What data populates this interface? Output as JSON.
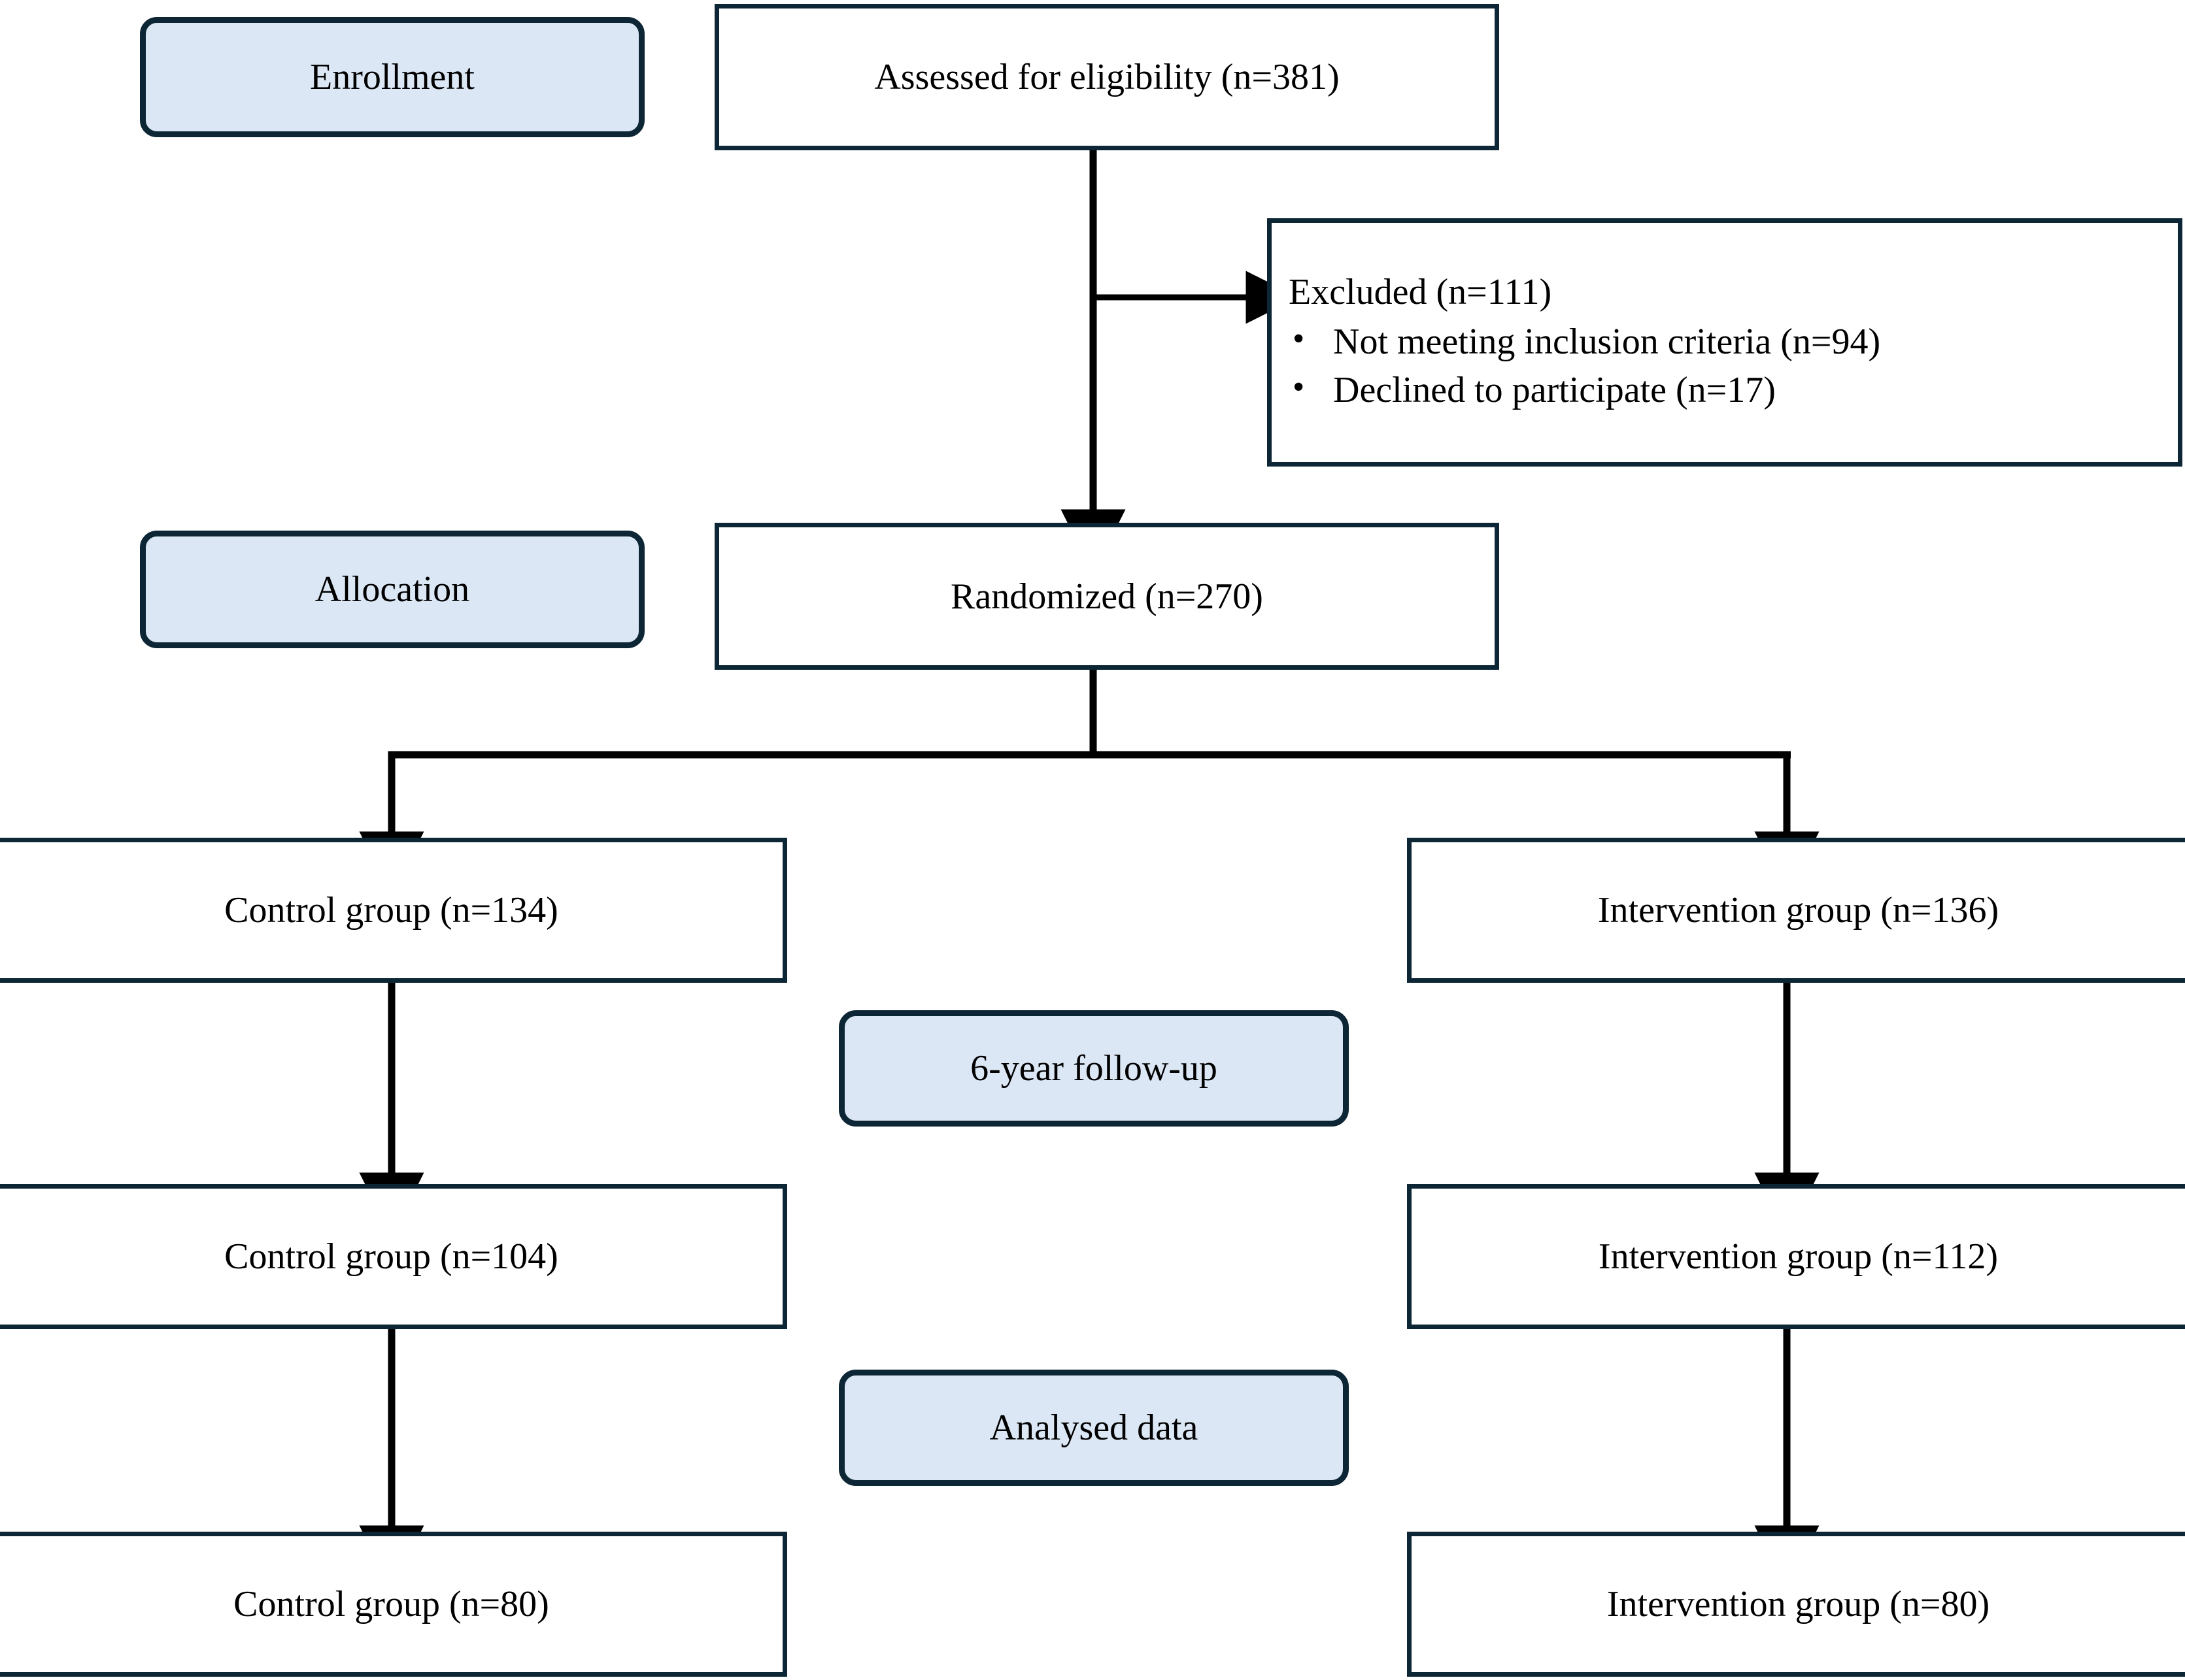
{
  "diagram": {
    "title": "CONSORT participant flow diagram",
    "colors": {
      "border": "#0d2635",
      "badge_fill": "#dbe7f4",
      "box_fill": "#ffffff",
      "arrow": "#000000",
      "text": "#000000"
    },
    "stage_labels": [
      {
        "id": "enrollment",
        "label": "Enrollment"
      },
      {
        "id": "allocation",
        "label": "Allocation"
      },
      {
        "id": "followup",
        "label": "6-year follow-up"
      },
      {
        "id": "analysis",
        "label": "Analysed data"
      }
    ],
    "nodes": {
      "assessed": {
        "label": "Assessed for eligibility (n=381)"
      },
      "excluded": {
        "title": "Excluded (n=111)",
        "bullet_glyph": "•",
        "items": [
          "Not meeting inclusion criteria (n=94)",
          "Declined to participate (n=17)"
        ]
      },
      "randomized": {
        "label": "Randomized (n=270)"
      },
      "control_allocated": {
        "label": "Control group (n=134)"
      },
      "intervention_allocated": {
        "label": "Intervention group (n=136)"
      },
      "control_followup": {
        "label": "Control group (n=104)"
      },
      "intervention_followup": {
        "label": "Intervention group (n=112)"
      },
      "control_analysed": {
        "label": "Control group (n=80)"
      },
      "intervention_analysed": {
        "label": "Intervention group (n=80)"
      }
    }
  }
}
